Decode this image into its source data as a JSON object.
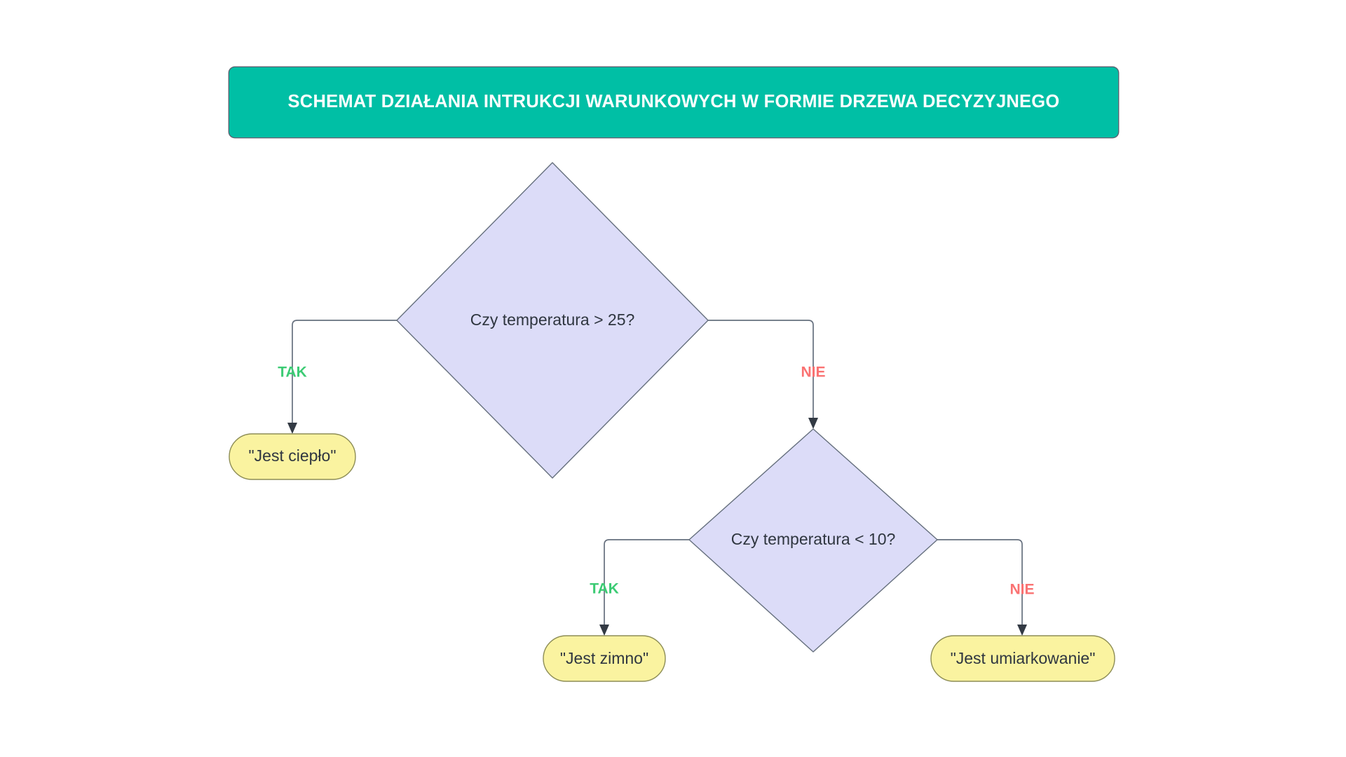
{
  "header": {
    "title": "SCHEMAT DZIAŁANIA INTRUKCJI WARUNKOWYCH W FORMIE DRZEWA DECYZYJNEGO",
    "background_color": "#00bfa5",
    "text_color": "#ffffff"
  },
  "palette": {
    "decision_fill": "#dcdcf8",
    "decision_border": "#66707e",
    "terminal_fill": "#faf3a0",
    "terminal_border": "#8d8d56",
    "connector": "#66707e",
    "label_yes": "#3ccb74",
    "label_no": "#fa7272",
    "node_text": "#2f3640",
    "canvas": "#ffffff"
  },
  "diagram": {
    "type": "decision-tree",
    "nodes": [
      {
        "id": "decision-1",
        "kind": "decision",
        "shape": "diamond",
        "label": "Czy temperatura > 25?"
      },
      {
        "id": "result-warm",
        "kind": "terminal",
        "shape": "rounded-pill",
        "label": "\"Jest ciepło\""
      },
      {
        "id": "decision-2",
        "kind": "decision",
        "shape": "diamond",
        "label": "Czy temperatura < 10?"
      },
      {
        "id": "result-cold",
        "kind": "terminal",
        "shape": "rounded-pill",
        "label": "\"Jest zimno\""
      },
      {
        "id": "result-moderate",
        "kind": "terminal",
        "shape": "rounded-pill",
        "label": "\"Jest umiarkowanie\""
      }
    ],
    "edges": [
      {
        "id": "edge-1-yes",
        "from": "decision-1",
        "to": "result-warm",
        "label": "TAK",
        "branch": "yes"
      },
      {
        "id": "edge-1-no",
        "from": "decision-1",
        "to": "decision-2",
        "label": "NIE",
        "branch": "no"
      },
      {
        "id": "edge-2-yes",
        "from": "decision-2",
        "to": "result-cold",
        "label": "TAK",
        "branch": "yes"
      },
      {
        "id": "edge-2-no",
        "from": "decision-2",
        "to": "result-moderate",
        "label": "NIE",
        "branch": "no"
      }
    ]
  }
}
